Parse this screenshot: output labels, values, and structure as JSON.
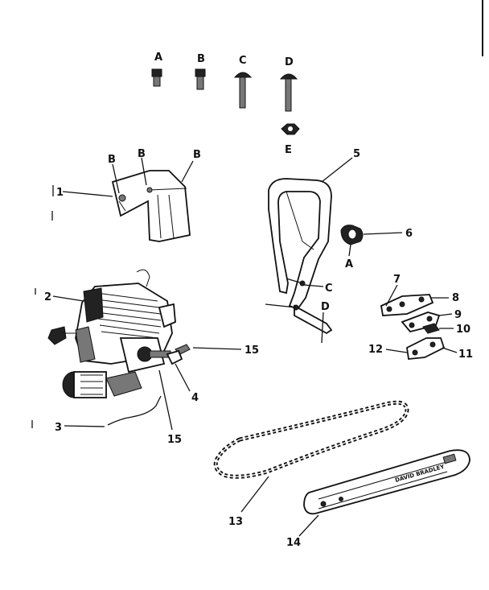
{
  "labels": {
    "fastener_a": "A",
    "fastener_b": "B",
    "fastener_c": "C",
    "fastener_d": "D",
    "nut_e": "E",
    "p1": "1",
    "p1_b_left": "B",
    "p1_b_mid": "B",
    "p1_b_right": "B",
    "p2": "2",
    "p3": "3",
    "p4": "4",
    "p5": "5",
    "p6": "6",
    "p6_a": "A",
    "p5_c": "C",
    "p5_d": "D",
    "p7": "7",
    "p8": "8",
    "p9": "9",
    "p10": "10",
    "p11": "11",
    "p12": "12",
    "p13": "13",
    "p14": "14",
    "p15_top": "15",
    "p15_bottom": "15"
  },
  "bar_text": "DAVID BRADLEY"
}
